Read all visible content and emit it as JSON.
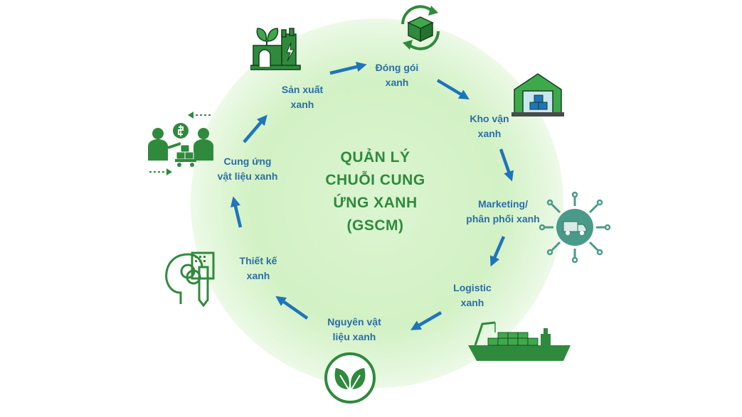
{
  "title": {
    "line1": "QUẢN LÝ",
    "line2": "CHUỖI CUNG",
    "line3": "ỨNG XANH",
    "line4": "(GSCM)"
  },
  "stages": {
    "production": {
      "line1": "Sản xuất",
      "line2": "xanh",
      "icon": "green-factory-icon"
    },
    "packaging": {
      "line1": "Đóng gói",
      "line2": "xanh",
      "icon": "recycle-box-icon"
    },
    "warehouse": {
      "line1": "Kho vận",
      "line2": "xanh",
      "icon": "warehouse-icon"
    },
    "marketing": {
      "line1": "Marketing/",
      "line2": "phân phối xanh",
      "icon": "distribution-truck-icon"
    },
    "logistics": {
      "line1": "Logistic",
      "line2": "xanh",
      "icon": "cargo-ship-icon"
    },
    "materials": {
      "line1": "Nguyên vật",
      "line2": "liệu xanh",
      "icon": "leaf-icon"
    },
    "design": {
      "line1": "Thiết kế",
      "line2": "xanh",
      "icon": "design-thinking-icon"
    },
    "supply": {
      "line1": "Cung ứng",
      "line2": "vật liệu xanh",
      "icon": "supplier-exchange-icon"
    }
  },
  "colors": {
    "icon_green": "#2f8a3d",
    "arrow_blue": "#1f74bb",
    "label_blue": "#2a6fa5",
    "distribution_teal": "#4a9a8a"
  }
}
